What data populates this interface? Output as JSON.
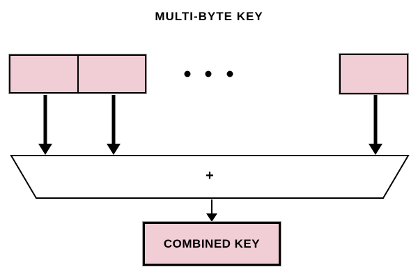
{
  "diagram": {
    "title": "MULTI-BYTE KEY",
    "key_segments": {
      "left_group_cell_count": 2,
      "right_group_cell_count": 1,
      "ellipsis_dot_count": 3
    },
    "combiner": {
      "shape": "trapezoid",
      "operator_label": "+"
    },
    "output_box": {
      "label": "COMBINED KEY"
    },
    "colors": {
      "segment_fill": "#f1cdd5",
      "stroke": "#000000",
      "background": "#ffffff"
    }
  }
}
